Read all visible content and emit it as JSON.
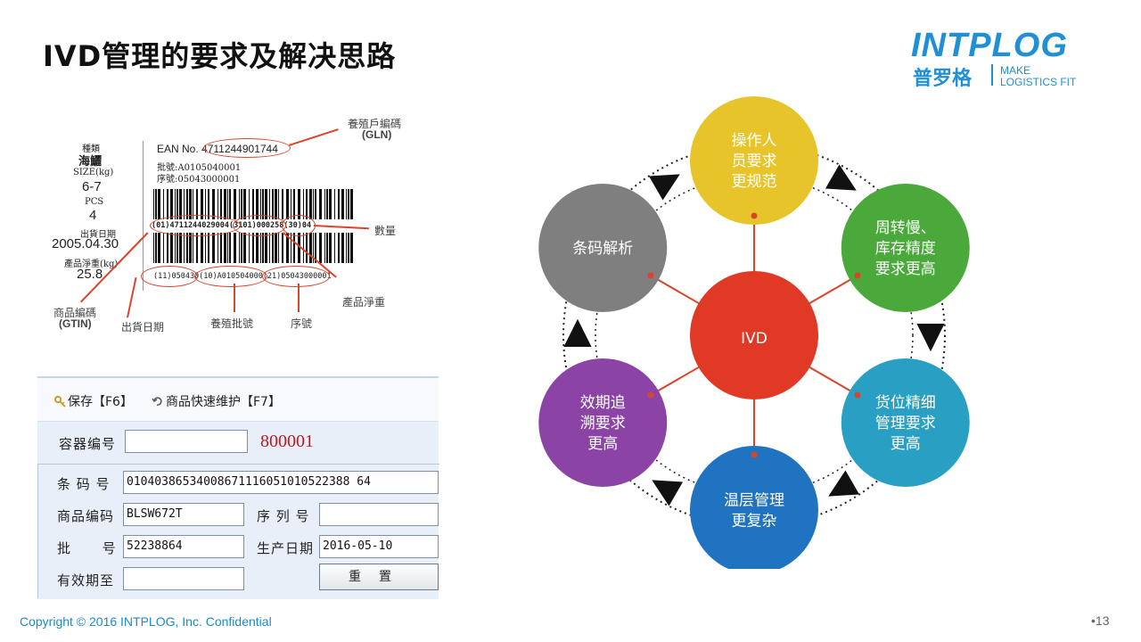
{
  "title": "IVD管理的要求及解决思路",
  "logo": {
    "name": "INTPLOG",
    "cn_name": "普罗格",
    "tagline_1": "MAKE",
    "tagline_2": "LOGISTICS FIT",
    "color": "#1f8fd6"
  },
  "label": {
    "kind_label": "種類",
    "kind_value": "海鱺",
    "size_label": "SIZE(kg)",
    "size_value": "6-7",
    "pcs_label": "PCS",
    "pcs_value": "4",
    "ship_date_label": "出貨日期",
    "ship_date_value": "2005.04.30",
    "net_weight_label": "產品淨重(kg)",
    "net_weight_value": "25.8",
    "ean_text": "EAN No. 4711244901744",
    "batch_line": "批號:A0105040001",
    "serial_line": "序號:05043000001",
    "barcode_top_text": "(01)4711244029004(3101)000258(30)04",
    "barcode_bottom_text": "(11)050430(10)A010504000(21)05043000001",
    "ann_gln_1": "養殖戶編碼",
    "ann_gln_2": "(GLN)",
    "ann_qty": "數量",
    "ann_net": "產品淨重",
    "ann_gtin_1": "商品編碼",
    "ann_gtin_2": "(GTIN)",
    "ann_ship": "出貨日期",
    "ann_batch": "養殖批號",
    "ann_serial": "序號"
  },
  "form": {
    "save_label": "保存【F6】",
    "quick_maint_label": "商品快速维护【F7】",
    "container_label": "容器编号",
    "container_value": "",
    "container_number": "800001",
    "barcode_label": "条 码 号",
    "barcode_value": "01040386534008671116051010522388 64",
    "product_code_label": "商品编码",
    "product_code_value": "BLSW672T",
    "serial_label": "序 列 号",
    "serial_value": "",
    "batch_label": "批      号",
    "batch_value": "52238864",
    "prod_date_label": "生产日期",
    "prod_date_value": "2016-05-10",
    "expiry_label": "有效期至",
    "expiry_value": "",
    "reset_label": "重置"
  },
  "diagram": {
    "center": {
      "label": "IVD",
      "color": "#e03a26"
    },
    "nodes": [
      {
        "lines": [
          "操作人",
          "员要求",
          "更规范"
        ],
        "color": "#e7c52a"
      },
      {
        "lines": [
          "周转慢、",
          "库存精度",
          "要求更高"
        ],
        "color": "#4aa93a"
      },
      {
        "lines": [
          "货位精细",
          "管理要求",
          "更高"
        ],
        "color": "#2a9fc4"
      },
      {
        "lines": [
          "温层管理",
          "更复杂"
        ],
        "color": "#1f73c0"
      },
      {
        "lines": [
          "效期追",
          "溯要求",
          "更高"
        ],
        "color": "#8b44a5"
      },
      {
        "lines": [
          "条码解析"
        ],
        "color": "#7f7f7f"
      }
    ],
    "spoke_color": "#d9452b"
  },
  "footer": {
    "copyright": "Copyright © 2016 INTPLOG, Inc. Confidential",
    "page": "•13"
  }
}
